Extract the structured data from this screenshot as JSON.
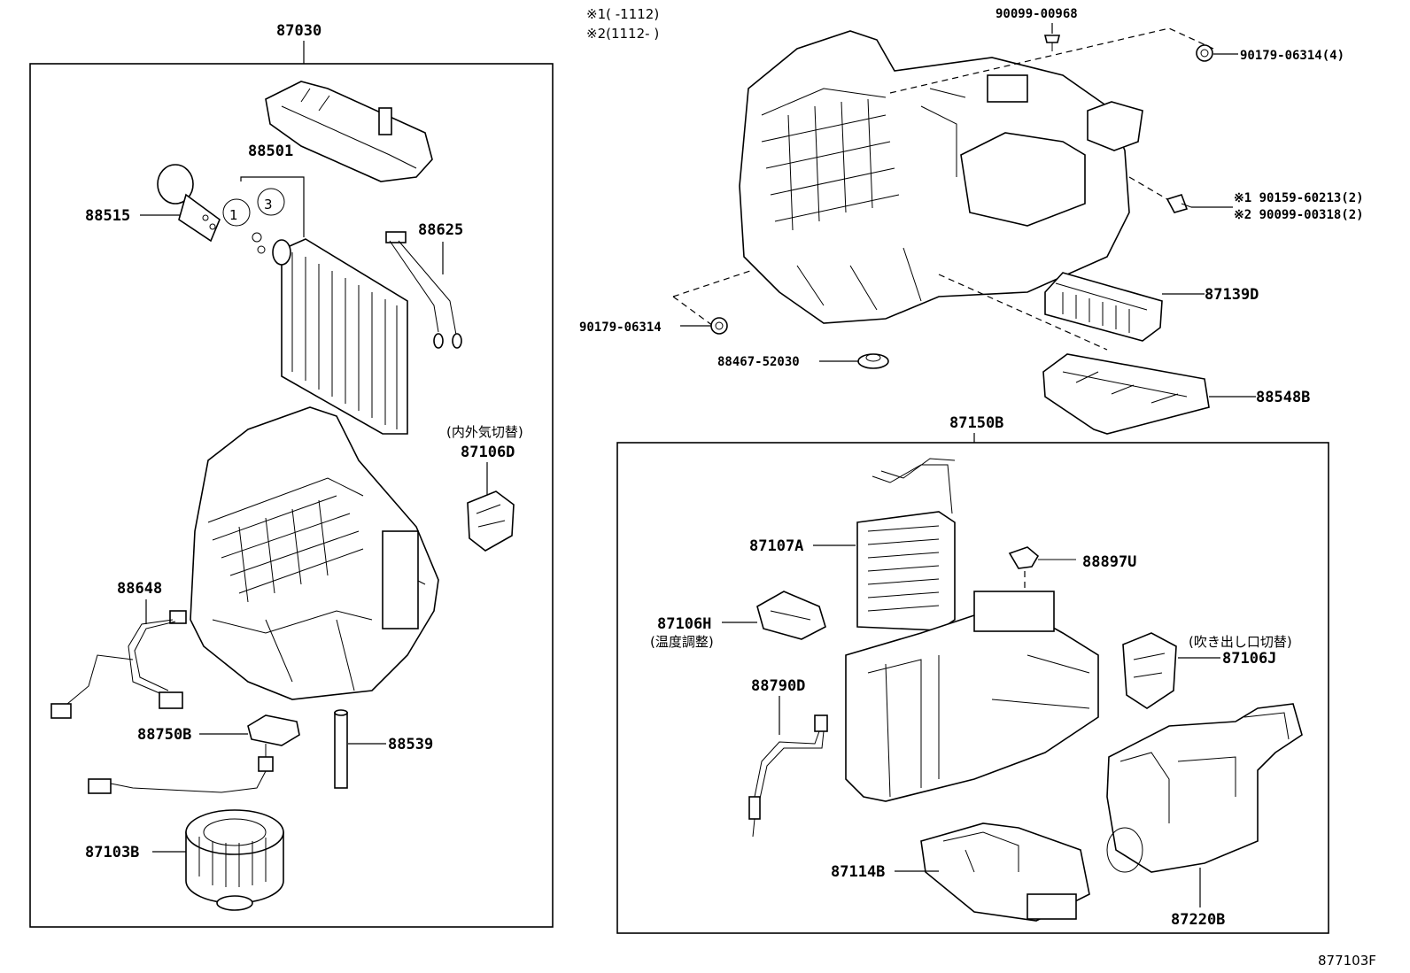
{
  "diagram": {
    "drawing_number": "877103F",
    "notes": {
      "note1": "※1(     -1112)",
      "note2": "※2(1112-     )"
    },
    "left_group": {
      "label": "87030",
      "parts": {
        "evap_group": "88501",
        "expansion_valve": "88515",
        "thermistor": "88625",
        "circle_1": "1",
        "circle_3": "3",
        "damper_servo": "87106D",
        "damper_servo_note": "(内外気切替)",
        "wire_harness": "88648",
        "resistor": "88750B",
        "drain": "88539",
        "blower_motor": "87103B"
      }
    },
    "top_parts": {
      "screw_top": "90099-00968",
      "clip_top_right": "90179-06314(4)",
      "screw_note1": "※1 90159-60213(2)",
      "screw_note2": "※2 90099-00318(2)",
      "filter": "87139D",
      "clip_left": "90179-06314",
      "grommet": "88467-52030",
      "filter_cover": "88548B"
    },
    "right_group": {
      "label": "87150B",
      "parts": {
        "heater_core": "87107A",
        "sensor": "88897U",
        "damper_servo_h": "87106H",
        "damper_servo_h_note": "(温度調整)",
        "damper_servo_j_note": "(吹き出し口切替)",
        "damper_servo_j": "87106J",
        "wire_harness": "88790D",
        "duct": "87114B",
        "duct_2": "87220B"
      }
    }
  }
}
